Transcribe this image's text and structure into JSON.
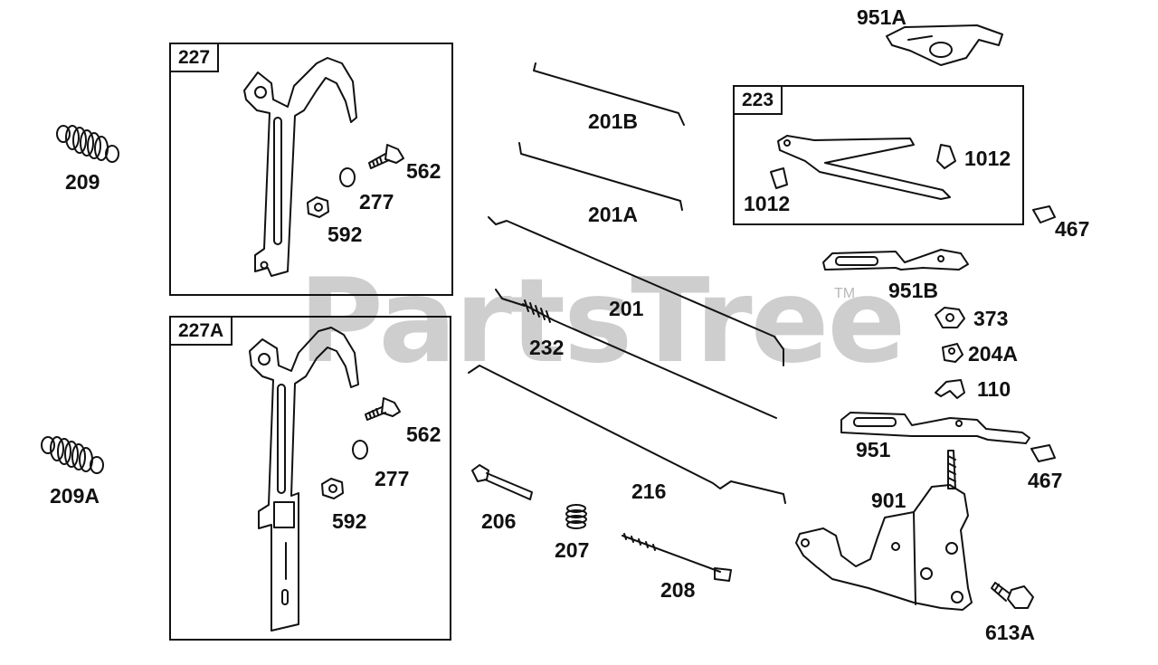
{
  "watermark": {
    "text": "PartsTree",
    "trademark": "TM"
  },
  "boxes": {
    "b227": "227",
    "b227a": "227A",
    "b223": "223"
  },
  "labels": {
    "p209": "209",
    "p209a": "209A",
    "p562": "562",
    "p277": "277",
    "p592": "592",
    "p562b": "562",
    "p277b": "277",
    "p592b": "592",
    "p201b": "201B",
    "p201a": "201A",
    "p201": "201",
    "p232": "232",
    "p216": "216",
    "p206": "206",
    "p207": "207",
    "p208": "208",
    "p951a": "951A",
    "p1012a": "1012",
    "p1012b": "1012",
    "p467a": "467",
    "p951b": "951B",
    "p373": "373",
    "p204a": "204A",
    "p110": "110",
    "p951": "951",
    "p467b": "467",
    "p901": "901",
    "p613a": "613A"
  },
  "colors": {
    "ink": "#111111",
    "watermark": "#c6c6c6"
  }
}
